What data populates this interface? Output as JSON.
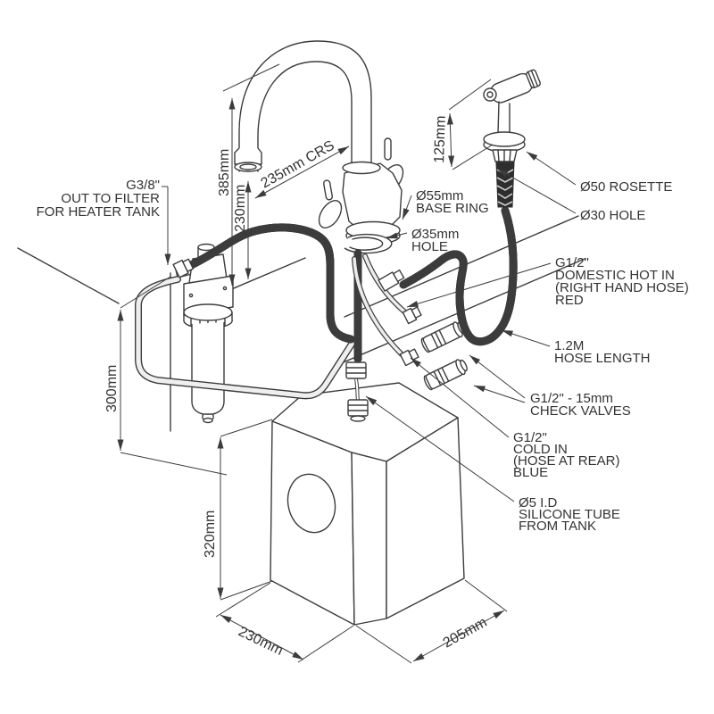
{
  "colors": {
    "line": "#3c3c3c",
    "background": "#ffffff",
    "hose_fill": "#efefef",
    "shank_dark": "#2e2e2e"
  },
  "dims": {
    "arc_height": "385mm",
    "spout_height": "230mm",
    "spout_centres": "235mm CRS",
    "spray_height": "125mm",
    "filter_clearance": "300mm",
    "tank_height": "320mm",
    "tank_width": "230mm",
    "tank_depth": "205mm"
  },
  "callouts": {
    "g38": [
      "G3/8\"",
      "OUT TO FILTER",
      "FOR HEATER TANK"
    ],
    "base_ring": [
      "Ø55mm",
      "BASE RING"
    ],
    "hole35": [
      "Ø35mm",
      "HOLE"
    ],
    "rosette": [
      "Ø50 ROSETTE"
    ],
    "hole30": [
      "Ø30 HOLE"
    ],
    "hot_in": [
      "G1/2\"",
      "DOMESTIC HOT IN",
      "(RIGHT HAND HOSE)",
      "RED"
    ],
    "hose_length": [
      "1.2M",
      "HOSE LENGTH"
    ],
    "check_valves": [
      "G1/2\" - 15mm",
      "CHECK VALVES"
    ],
    "cold_in": [
      "G1/2\"",
      "COLD IN",
      "(HOSE AT REAR)",
      "BLUE"
    ],
    "silicone": [
      "Ø5 I.D",
      "SILICONE TUBE",
      "FROM TANK"
    ]
  }
}
